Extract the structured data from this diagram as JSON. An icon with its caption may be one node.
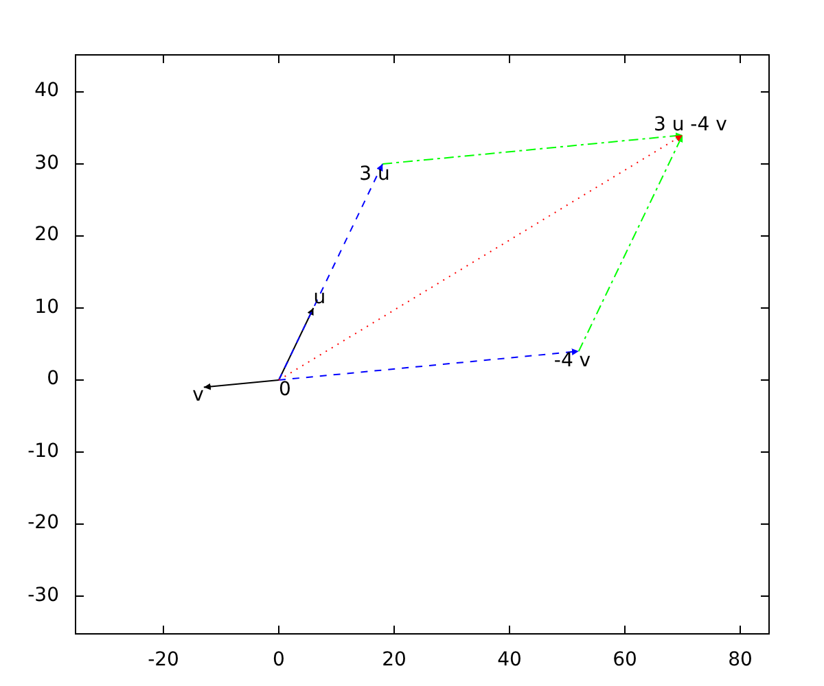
{
  "diagram": {
    "nodes": [
      {
        "text": [
          "0"
        ]
      },
      {
        "text": [
          "u"
        ]
      },
      {
        "text": [
          "v"
        ]
      },
      {
        "text": [
          "3 u"
        ]
      },
      {
        "text": [
          "-4 v"
        ]
      },
      {
        "text": [
          "3 u -4 v"
        ]
      }
    ],
    "edges": [
      {
        "from": 0,
        "to": 1,
        "arrow": "to"
      },
      {
        "from": 0,
        "to": 2,
        "arrow": "to"
      },
      {
        "from": 0,
        "to": 3,
        "arrow": "to",
        "style": "dashed",
        "color": "#0000ff"
      },
      {
        "from": 0,
        "to": 4,
        "arrow": "to",
        "style": "dashed",
        "color": "#0000ff"
      },
      {
        "from": 3,
        "to": 5,
        "arrow": "to",
        "style": "dashed",
        "color": "#00ff00"
      },
      {
        "from": 4,
        "to": 5,
        "arrow": "to",
        "style": "dashed",
        "color": "#00ff00"
      },
      {
        "from": 0,
        "to": 5,
        "arrow": "to",
        "style": "dashed",
        "color": "#ff0000"
      }
    ],
    "labels": [
      "40",
      "30",
      "20",
      "10",
      "0",
      "-10",
      "-20",
      "-30",
      "-20",
      "0",
      "20",
      "40",
      "60",
      "80"
    ]
  }
}
